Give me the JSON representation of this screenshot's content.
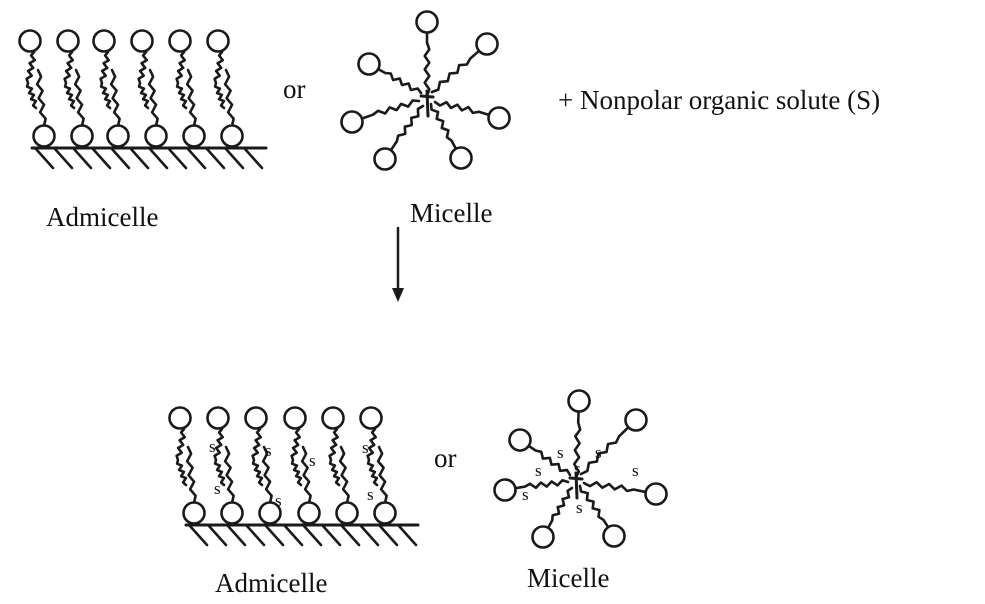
{
  "diagram": {
    "top": {
      "admicelle_label": "Admicelle",
      "connector": "or",
      "micelle_label": "Micelle",
      "solute_label": "+ Nonpolar organic solute (S)"
    },
    "bottom": {
      "admicelle_label": "Admicelle",
      "connector": "or",
      "micelle_label": "Micelle",
      "solute_marker": "S",
      "admicelle_solute_marks": [
        "S",
        "S",
        "S",
        "S",
        "S",
        "S",
        "S"
      ],
      "micelle_solute_marks": [
        "S",
        "S",
        "S",
        "S",
        "S",
        "S",
        "S"
      ]
    }
  },
  "colors": {
    "ink": "#1a1a1a",
    "background": "#ffffff"
  }
}
